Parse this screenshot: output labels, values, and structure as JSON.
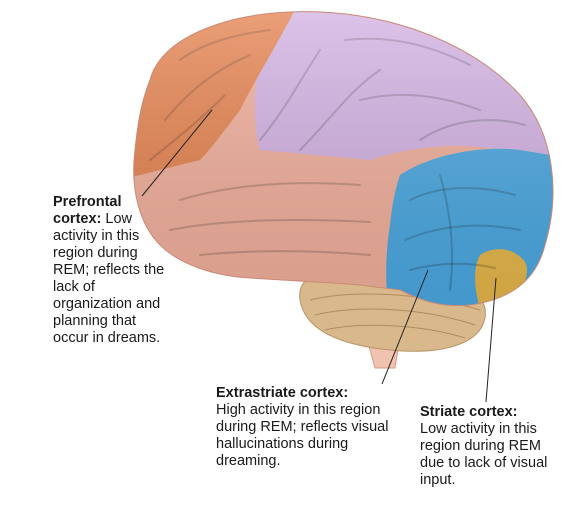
{
  "labels": {
    "prefrontal": {
      "name": "Prefrontal cortex:",
      "text": "Low activity in this region during REM; reflects the lack of organization and planning that occur in dreams."
    },
    "extrastriate": {
      "name": "Extrastriate cortex:",
      "text": "High activity in this region during REM; reflects visual hallucinations during dreaming."
    },
    "striate": {
      "name": "Striate cortex:",
      "text": "Low activity in this region during REM due to lack of visual input."
    }
  },
  "colors": {
    "prefrontal": "#e8834f",
    "parietal": "#d5b3e6",
    "temporal": "#f4b09c",
    "extrastriate": "#4aa9e3",
    "striate": "#e8b84a",
    "cerebellum": "#d9b98c",
    "brainstem": "#efc3b0"
  }
}
